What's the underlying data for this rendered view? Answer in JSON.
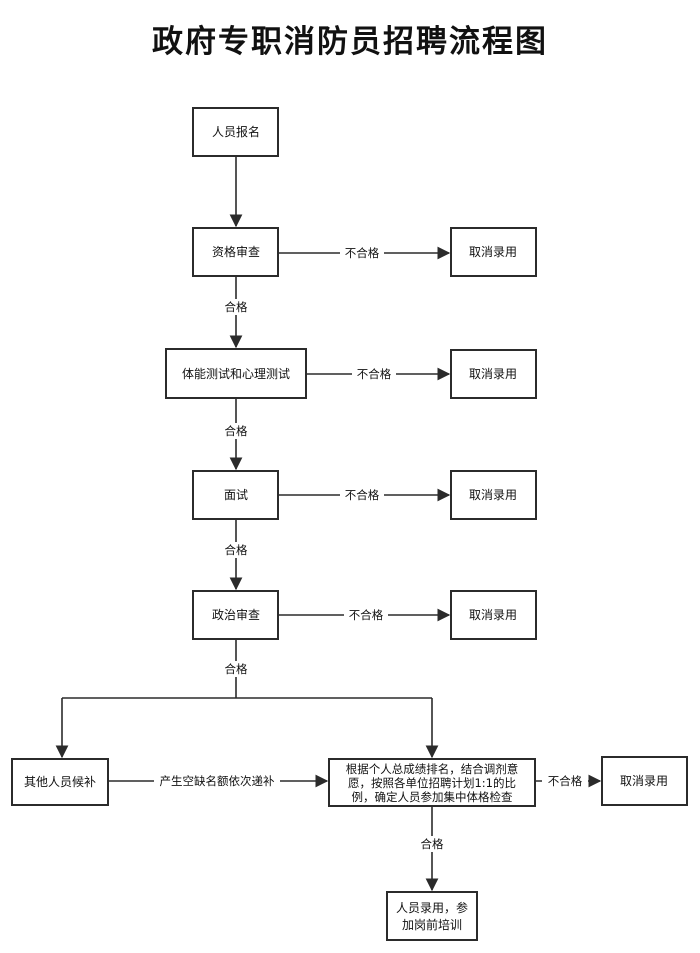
{
  "title": "政府专职消防员招聘流程图",
  "nodes": {
    "apply": "人员报名",
    "qualification_review": "资格审查",
    "fitness_test": "体能测试和心理测试",
    "interview": "面试",
    "political_review": "政治审查",
    "cancel_1": "取消录用",
    "cancel_2": "取消录用",
    "cancel_3": "取消录用",
    "cancel_4": "取消录用",
    "cancel_5": "取消录用",
    "alternates": "其他人员候补",
    "ranking_line1": "根据个人总成绩排名，结合调剂意",
    "ranking_line2": "愿，按照各单位招聘计划1:1的比",
    "ranking_line3": "例，确定人员参加集中体格检查",
    "hired_line1": "人员录用，参",
    "hired_line2": "加岗前培训"
  },
  "edges": {
    "fail_1": "不合格",
    "fail_2": "不合格",
    "fail_3": "不合格",
    "fail_4": "不合格",
    "fail_5": "不合格",
    "pass_1": "合格",
    "pass_2": "合格",
    "pass_3": "合格",
    "pass_4": "合格",
    "pass_5": "合格",
    "vacancy_fill": "产生空缺名额依次递补"
  }
}
